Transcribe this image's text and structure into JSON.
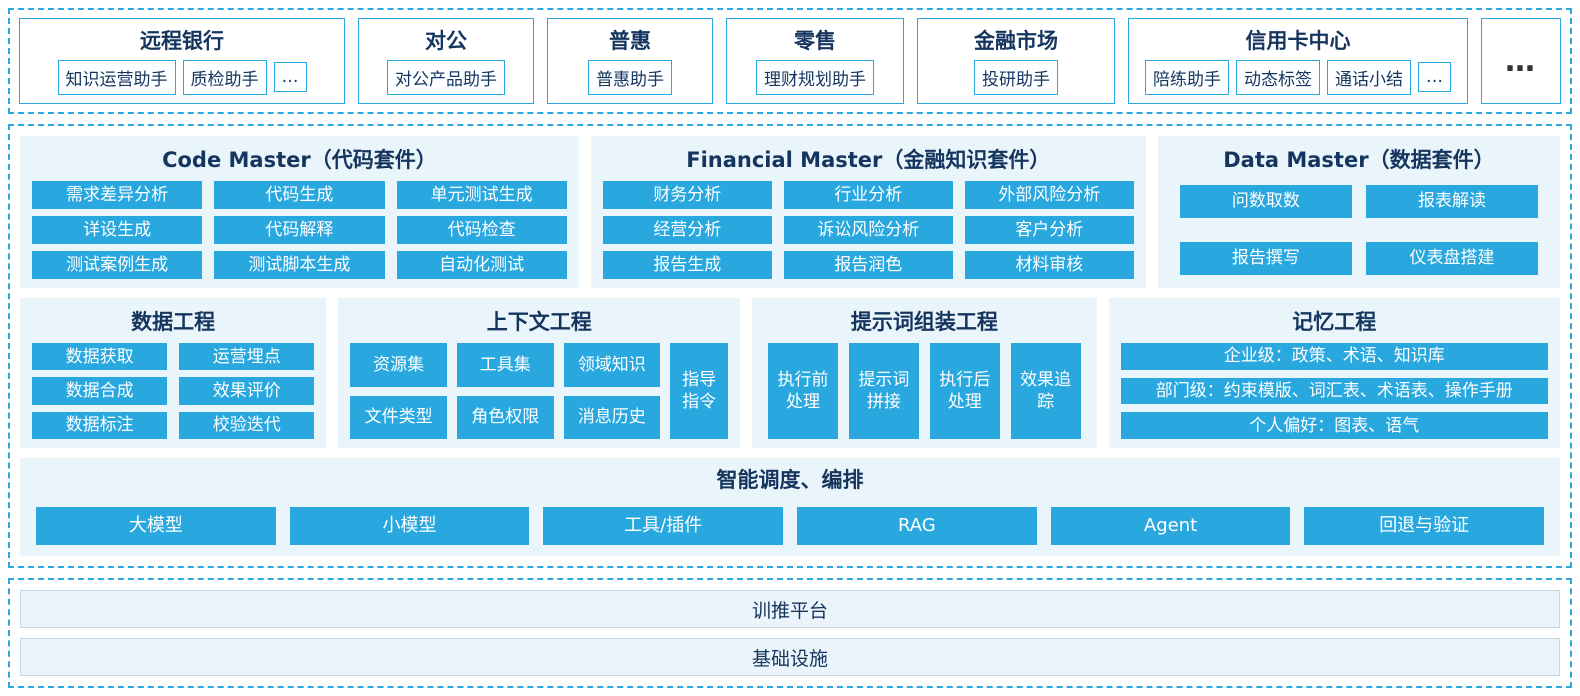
{
  "colors": {
    "accent": "#29a8e0",
    "panel_bg": "#e9f5fb",
    "title_text": "#15355e",
    "dashed_border": "#2aa9e0"
  },
  "business_row": {
    "groups": [
      {
        "title": "远程银行",
        "chips": [
          "知识运营助手",
          "质检助手",
          "…"
        ]
      },
      {
        "title": "对公",
        "chips": [
          "对公产品助手"
        ]
      },
      {
        "title": "普惠",
        "chips": [
          "普惠助手"
        ]
      },
      {
        "title": "零售",
        "chips": [
          "理财规划助手"
        ]
      },
      {
        "title": "金融市场",
        "chips": [
          "投研助手"
        ]
      },
      {
        "title": "信用卡中心",
        "chips": [
          "陪练助手",
          "动态标签",
          "通话小结",
          "…"
        ]
      }
    ],
    "more": "…"
  },
  "suites": [
    {
      "title": "Code Master（代码套件）",
      "items": [
        "需求差异分析",
        "代码生成",
        "单元测试生成",
        "详设生成",
        "代码解释",
        "代码检查",
        "测试案例生成",
        "测试脚本生成",
        "自动化测试"
      ]
    },
    {
      "title": "Financial Master（金融知识套件）",
      "items": [
        "财务分析",
        "行业分析",
        "外部风险分析",
        "经营分析",
        "诉讼风险分析",
        "客户分析",
        "报告生成",
        "报告润色",
        "材料审核"
      ]
    },
    {
      "title": "Data Master（数据套件）",
      "items": [
        "问数取数",
        "报表解读",
        "报告撰写",
        "仪表盘搭建"
      ]
    }
  ],
  "engineering": {
    "data": {
      "title": "数据工程",
      "items": [
        "数据获取",
        "运营埋点",
        "数据合成",
        "效果评价",
        "数据标注",
        "校验迭代"
      ]
    },
    "context": {
      "title": "上下文工程",
      "items": [
        "资源集",
        "工具集",
        "领域知识",
        "文件类型",
        "角色权限",
        "消息历史"
      ],
      "tall": "指导指令"
    },
    "prompt": {
      "title": "提示词组装工程",
      "items": [
        "执行前处理",
        "提示词拼接",
        "执行后处理",
        "效果追踪"
      ]
    },
    "memory": {
      "title": "记忆工程",
      "items": [
        "企业级：政策、术语、知识库",
        "部门级：约束模版、词汇表、术语表、操作手册",
        "个人偏好：图表、语气"
      ]
    }
  },
  "orchestration": {
    "title": "智能调度、编排",
    "items": [
      "大模型",
      "小模型",
      "工具/插件",
      "RAG",
      "Agent",
      "回退与验证"
    ]
  },
  "foundation": {
    "bars": [
      "训推平台",
      "基础设施"
    ]
  }
}
